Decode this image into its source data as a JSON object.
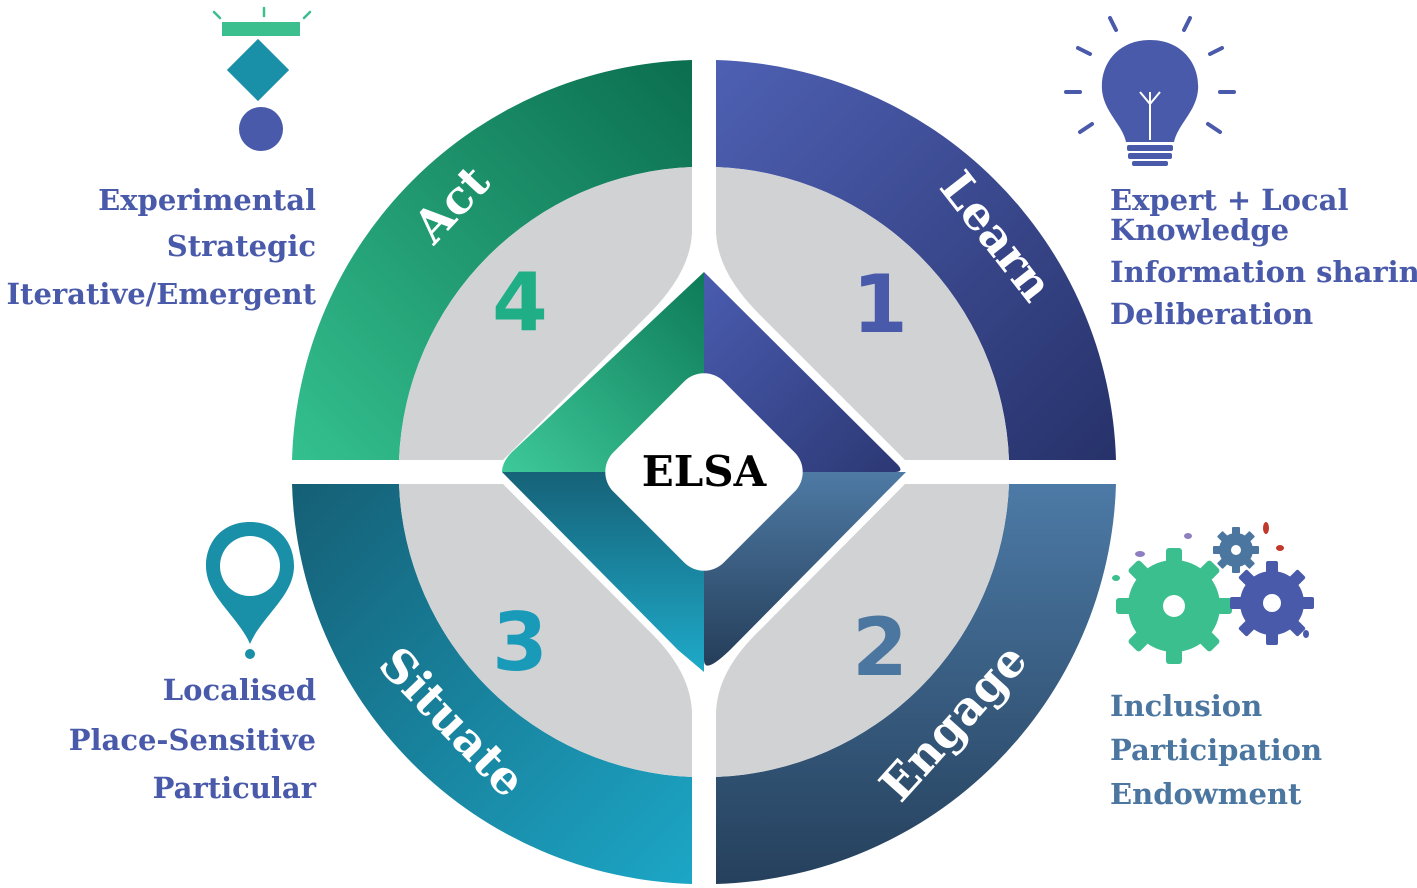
{
  "center": {
    "label": "ELSA"
  },
  "quadrants": [
    {
      "key": "learn",
      "label": "Learn",
      "number": "1",
      "color": "#4a5aaa"
    },
    {
      "key": "engage",
      "label": "Engage",
      "number": "2",
      "color": "#4b76a0"
    },
    {
      "key": "situate",
      "label": "Situate",
      "number": "3",
      "color": "#1a9ab9"
    },
    {
      "key": "act",
      "label": "Act",
      "number": "4",
      "color": "#16a37a"
    }
  ],
  "descriptors": {
    "learn": [
      "Expert + Local",
      "Knowledge",
      "Information sharing",
      "Deliberation"
    ],
    "engage": [
      "Inclusion",
      "Participation",
      "Endowment"
    ],
    "situate": [
      "Localised",
      "Place-Sensitive",
      "Particular"
    ],
    "act": [
      "Experimental",
      "Strategic",
      "Iterative/Emergent"
    ]
  },
  "icons": {
    "learn": "lightbulb-icon",
    "engage": "gears-icon",
    "situate": "map-pin-icon",
    "act": "shapes-icon"
  },
  "colors": {
    "learn": "#4a5aaa",
    "engage": "#4b76a0",
    "situate": "#1a8fa8",
    "act": "#1fae86",
    "inner_grey": "#d1d2d4",
    "text_blue": "#4a5aaa"
  }
}
